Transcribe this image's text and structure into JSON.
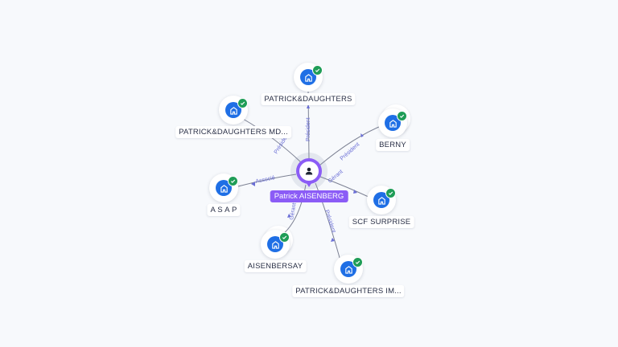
{
  "center": {
    "name": "Patrick AISENBERG",
    "icon": "person-icon",
    "color": "#8b5cf6"
  },
  "companies": [
    {
      "id": "c1",
      "name": "PATRICK&DAUGHTERS",
      "relation": "Président",
      "icon": "company-icon",
      "verified": true
    },
    {
      "id": "c2",
      "name": "PATRICK&DAUGHTERS MD...",
      "relation": "Président",
      "icon": "company-icon",
      "verified": true
    },
    {
      "id": "c3",
      "name": "BERNY",
      "relation": "Président",
      "icon": "company-icon",
      "verified": true
    },
    {
      "id": "c4",
      "name": "A S A P",
      "relation": "Associé",
      "icon": "company-icon",
      "verified": true
    },
    {
      "id": "c5",
      "name": "SCF SURPRISE",
      "relation": "Gérant",
      "icon": "company-icon",
      "verified": true
    },
    {
      "id": "c6",
      "name": "AISENBERSAY",
      "relation": "Gérant",
      "icon": "company-icon",
      "verified": true
    },
    {
      "id": "c7",
      "name": "PATRICK&DAUGHTERS IM...",
      "relation": "Président",
      "icon": "company-icon",
      "verified": true
    }
  ],
  "colors": {
    "company_icon": "#1f6fe5",
    "verified_badge": "#1f9d57",
    "edge_label": "#6b6fd6",
    "background": "#f7f9fc"
  }
}
